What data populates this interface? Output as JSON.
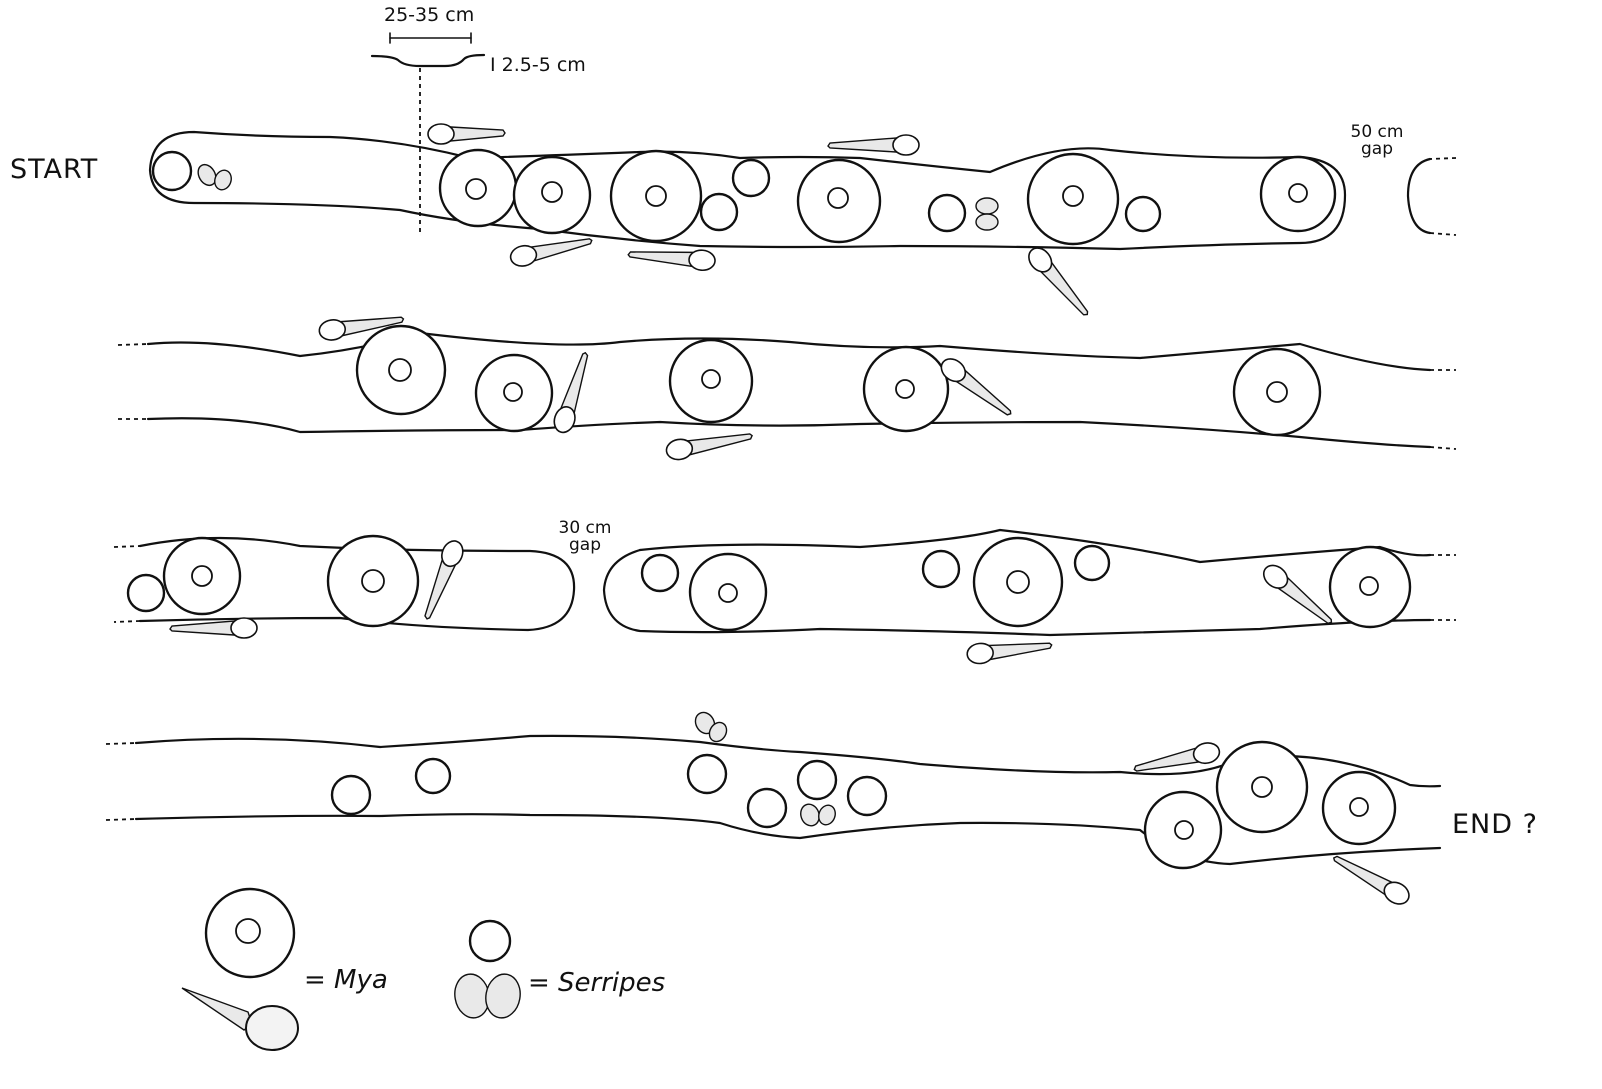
{
  "labels": {
    "start": "START",
    "end": "END ?",
    "width_measure": "25-35 cm",
    "depth_measure": "I 2.5-5 cm",
    "gap_50_value": "50 cm",
    "gap_50_word": "gap",
    "gap_30_value": "30 cm",
    "gap_30_word": "gap"
  },
  "legend": {
    "mya_label": "= Mya",
    "serripes_label": "= Serripes"
  },
  "colors": {
    "ink": "#111111",
    "paper": "#ffffff"
  }
}
